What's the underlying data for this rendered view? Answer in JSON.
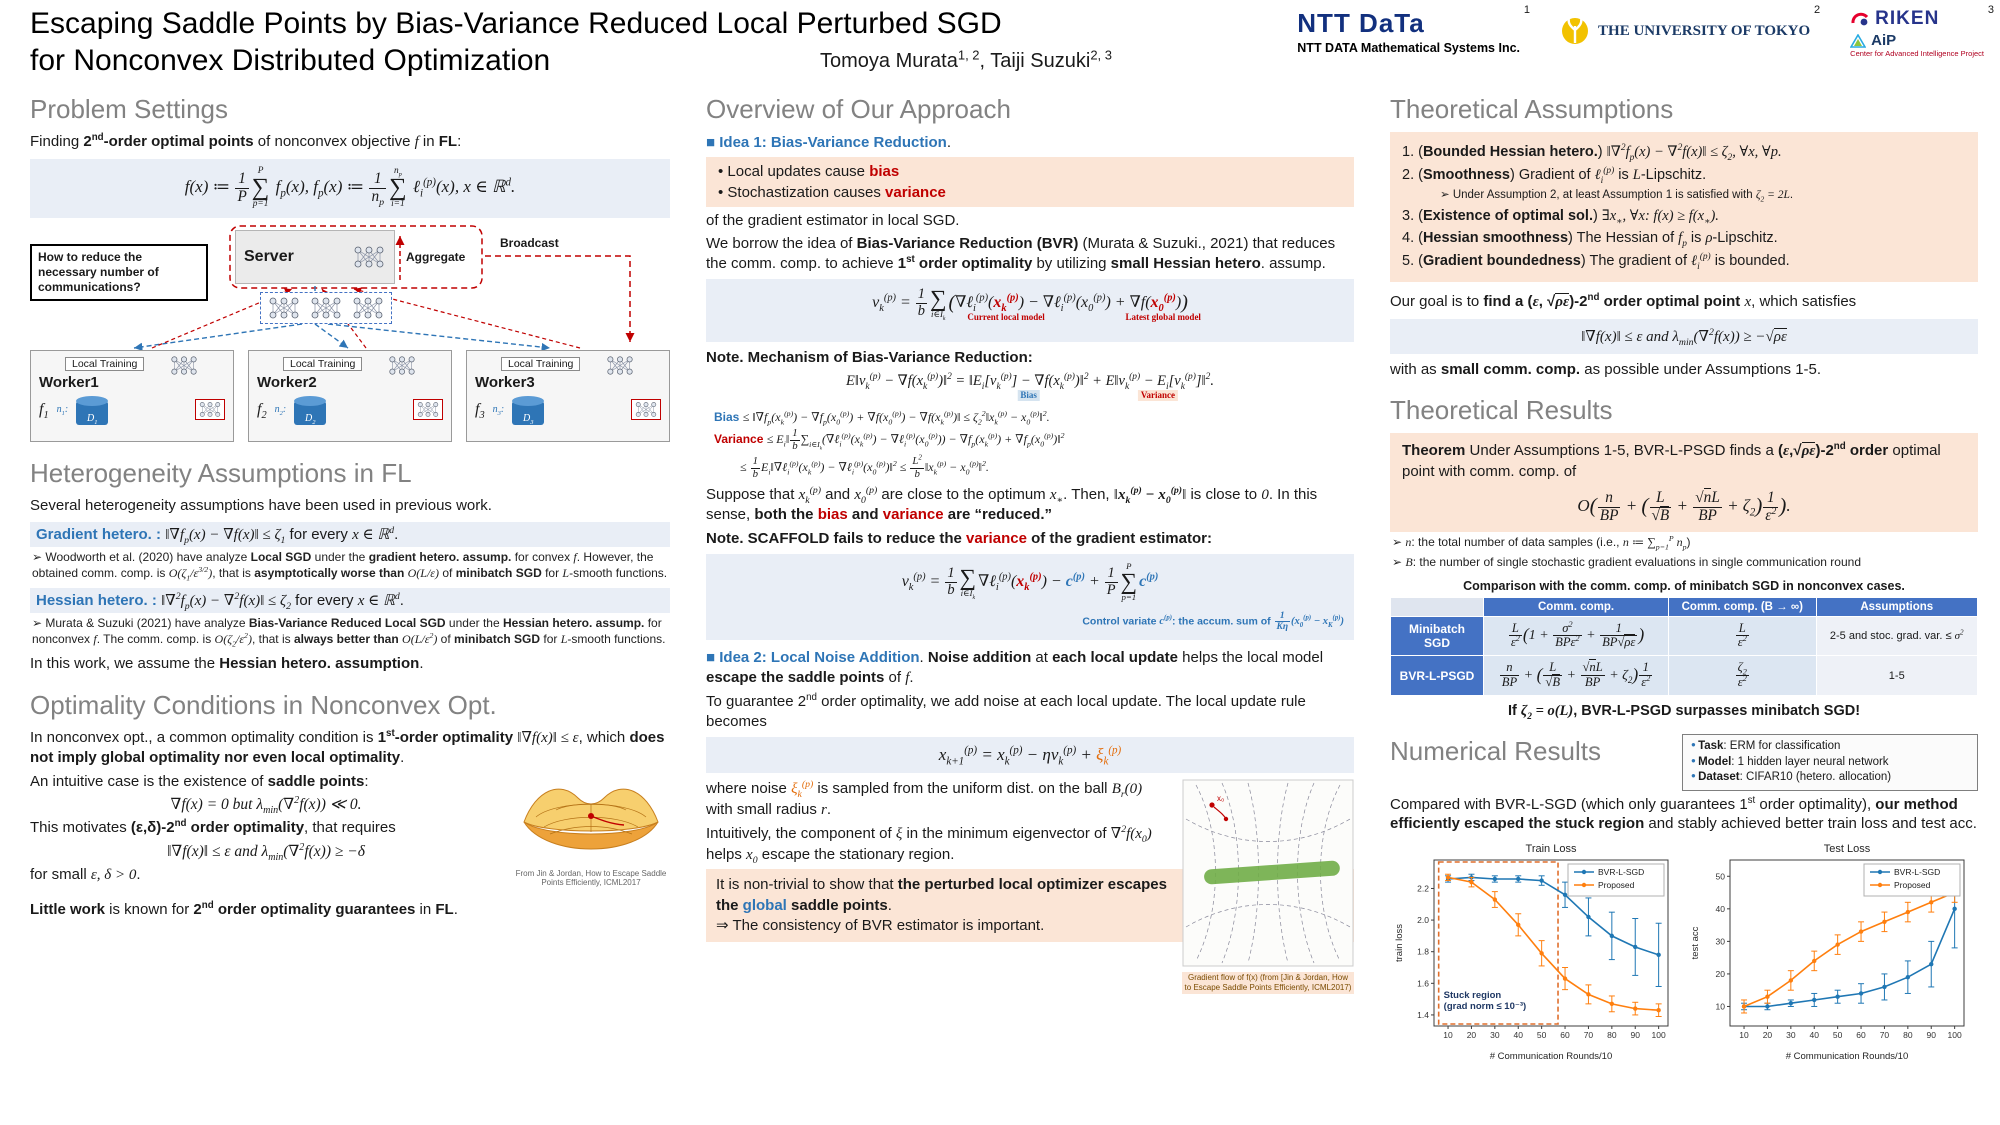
{
  "colors": {
    "accent_blue": "#2e75b6",
    "table_header": "#4472c4",
    "red": "#c00000",
    "orange": "#e36c0a",
    "peach_bg": "#fbe5d6",
    "blue_bg": "#e9eef6",
    "series_blue": "#1f77b4",
    "series_orange": "#ff7f0e"
  },
  "header": {
    "title_line1": "Escaping Saddle Points by Bias-Variance Reduced Local Perturbed SGD",
    "title_line2": "for Nonconvex Distributed Optimization",
    "authors_html": "Tomoya Murata<sup>1, 2</sup>, Taiji Suzuki<sup>2, 3</sup>",
    "affil_sups": {
      "ntt": "1",
      "utokyo": "2",
      "riken": "3"
    },
    "logos": {
      "ntt_name": "NTT DaTa",
      "ntt_caption": "NTT DATA Mathematical Systems Inc.",
      "utokyo_name": "THE UNIVERSITY OF TOKYO",
      "riken_name": "RIKEN",
      "riken_aip": "AiP",
      "riken_caption": "Center for Advanced Intelligence Project"
    }
  },
  "left": {
    "problem": {
      "heading": "Problem Settings",
      "intro_html": "Finding <b>2<sup>nd</sup>-order optimal points</b> of nonconvex objective <span class='m'>f</span> in <b>FL</b>:",
      "formula_html": "<span class='m'>f(x) ≔ <span class='frac'><span class='n'>1</span><span class='d'>P</span></span><span class='bigop'><span class='lim'>P</span><span class='op'>∑</span><span class='lim'>p=1</span></span> f<sub>p</sub>(x),  f<sub>p</sub>(x) ≔ <span class='frac'><span class='n'>1</span><span class='d'>n<sub>p</sub></span></span><span class='bigop'><span class='lim'>n<sub>p</sub></span><span class='op'>∑</span><span class='lim'>i=1</span></span> ℓ<sub>i</sub><sup>(p)</sup>(x), x ∈ ℝ<sup>d</sup>.</span>",
      "diagram": {
        "callout": "How to reduce the necessary number of communications?",
        "server": "Server",
        "aggregate": "Aggregate",
        "broadcast": "Broadcast",
        "workers": [
          {
            "top": "Local Training",
            "name": "Worker1",
            "fn_html": "f<sub>1</sub>",
            "n_html": "n<sub>1</sub>:",
            "db_html": "D<sub>1</sub>"
          },
          {
            "top": "Local Training",
            "name": "Worker2",
            "fn_html": "f<sub>2</sub>",
            "n_html": "n<sub>2</sub>:",
            "db_html": "D<sub>2</sub>"
          },
          {
            "top": "Local Training",
            "name": "Worker3",
            "fn_html": "f<sub>3</sub>",
            "n_html": "n<sub>3</sub>:",
            "db_html": "D<sub>3</sub>"
          }
        ]
      }
    },
    "hetero": {
      "heading": "Heterogeneity Assumptions in FL",
      "intro": "Several heterogeneity assumptions have been used in previous work.",
      "grad_html": "<span class='bh'>Gradient hetero. :</span> <span class='m'>‖∇f<sub>p</sub>(x) − ∇f(x)‖ ≤ ζ<sub>1</sub></span> for every <span class='m'>x ∈ ℝ<sup>d</sup></span>.",
      "grad_note_html": "➢ Woodworth et al. (2020) have analyze <b>Local SGD</b> under the <b>gradient hetero. assump.</b> for convex <span class='m'>f</span>. However, the obtained comm. comp. is <span class='m'>O(ζ<sub>1</sub>/ε<sup>3/2</sup>)</span>, that is <b>asymptotically worse than</b> <span class='m'>O(L/ε)</span> of <b>minibatch SGD</b> for <span class='m'>L</span>-smooth functions.",
      "hess_html": "<span class='bh'>Hessian hetero. :</span> <span class='m'>‖∇<sup>2</sup>f<sub>p</sub>(x) − ∇<sup>2</sup>f(x)‖ ≤ ζ<sub>2</sub></span> for every <span class='m'>x ∈ ℝ<sup>d</sup></span>.",
      "hess_note_html": "➢ Murata &amp; Suzuki (2021) have analyze <b>Bias-Variance Reduced Local SGD</b> under the <b>Hessian hetero. assump.</b> for nonconvex <span class='m'>f</span>. The comm. comp. is <span class='m'>O(ζ<sub>2</sub>/ε<sup>2</sup>)</span>, that is <b>always better than</b> <span class='m'>O(L/ε<sup>2</sup>)</span> of <b>minibatch SGD</b> for <span class='m'>L</span>-smooth functions.",
      "conclusion_html": "In this work, we assume the <b>Hessian hetero. assumption</b>."
    },
    "opt": {
      "heading": "Optimality Conditions in Nonconvex Opt.",
      "p1_html": "In nonconvex opt., a common optimality condition is <b>1<sup>st</sup>-order optimality</b> <span class='m'>‖∇f(x)‖ ≤ ε</span>, which <b>does not imply global optimality nor even local optimality</b>.",
      "p2_html": "An intuitive case is the existence of <b>saddle points</b>:",
      "eq1_html": "<span class='m'>∇f(x) = 0 but λ<sub>min</sub>(∇<sup>2</sup>f(x)) ≪ 0.</span>",
      "img_caption": "From Jin & Jordan, How to Escape Saddle Points Efficiently, ICML2017",
      "p3_html": "This motivates <b>(ε,δ)-2<sup>nd</sup> order optimality</b>, that requires",
      "eq2_html": "<span class='m'>‖∇f(x)‖ ≤ ε and λ<sub>min</sub>(∇<sup>2</sup>f(x)) ≥ −δ</span>",
      "p4_html": "for small <span class='m'>ε, δ &gt; 0</span>.",
      "p5_html": "<b>Little work</b> is known for <b>2<sup>nd</sup> order optimality guarantees</b> in <b>FL</b>."
    }
  },
  "middle": {
    "heading": "Overview of Our Approach",
    "idea1": {
      "title_html": "<span class='sq-b'>■</span> <span class='bh'>Idea 1: Bias-Variance Reduction</span>.",
      "box_l1_html": "• Local updates cause <span class='red b'>bias</span>",
      "box_l2_html": "• Stochastization causes <span class='red b'>variance</span>",
      "after_box": "of the gradient estimator in local SGD.",
      "para_html": "We borrow the idea of <b>Bias-Variance Reduction (BVR)</b> (Murata &amp; Suzuki., 2021) that reduces the comm. comp. to achieve <b>1<sup>st</sup> order optimality</b> by utilizing <b>small Hessian hetero</b>. assump.",
      "bvr_eq_html": "<span class='m'>v<sub>k</sub><sup>(p)</sup> = <span class='frac'><span class='n'>1</span><span class='d'>b</span></span><span class='bigop'><span class='op'>∑</span><span class='lim'>i∈I<sub>k</sub></span></span><span class='big'>(</span>∇ℓ<sub>i</sub><sup>(p)</sup>(<span class='stack'><span class='red b'>x<sub>k</sub><sup>(p)</sup></span><span class='tag red'>Current local model</span></span>) − ∇ℓ<sub>i</sub><sup>(p)</sup>(x<sub>0</sub><sup>(p)</sup>) + ∇f(<span class='stack'><span class='red b'>x<sub>0</sub><sup>(p)</sup></span><span class='tag red'>Latest global model</span></span>)<span class='big'>)</span></span>",
      "note1_html": "<b>Note. Mechanism of Bias-Variance Reduction:</b>",
      "mech_eq_html": "<span class='m'>E‖v<sub>k</sub><sup>(p)</sup> − ∇f(x<sub>k</sub><sup>(p)</sup>)‖<sup>2</sup> = <span class='stack'><span>‖E<sub>i</sub>[v<sub>k</sub><sup>(p)</sup>] − ∇f(x<sub>k</sub><sup>(p)</sup>)‖<sup>2</sup></span><span class='tag bias'>Bias</span></span> + <span class='stack'><span>E‖v<sub>k</sub><sup>(p)</sup> − E<sub>i</sub>[v<sub>k</sub><sup>(p)</sup>]‖<sup>2</sup></span><span class='tag vari'>Variance</span></span>.</span>",
      "bias_eq_html": "<span class='bh'>Bias</span> <span class='m'>≤ ‖∇f<sub>p</sub>(x<sub>k</sub><sup>(p)</sup>) − ∇f<sub>p</sub>(x<sub>0</sub><sup>(p)</sup>) + ∇f(x<sub>0</sub><sup>(p)</sup>) − ∇f(x<sub>k</sub><sup>(p)</sup>)‖ ≤ ζ<sub>2</sub><sup>2</sup>‖x<sub>k</sub><sup>(p)</sup> − x<sub>0</sub><sup>(p)</sup>‖<sup>2</sup>.</span>",
      "var_eq1_html": "<span class='red b'>Variance</span> <span class='m'>≤ E<sub>i</sub>‖<span class='frac'><span class='n'>1</span><span class='d'>b</span></span>∑<sub>i∈I<sub>k</sub></sub>(∇ℓ<sub>i</sub><sup>(p)</sup>(x<sub>k</sub><sup>(p)</sup>) − ∇ℓ<sub>i</sub><sup>(p)</sup>(x<sub>0</sub><sup>(p)</sup>)) − ∇f<sub>p</sub>(x<sub>k</sub><sup>(p)</sup>) + ∇f<sub>p</sub>(x<sub>0</sub><sup>(p)</sup>)‖<sup>2</sup></span>",
      "var_eq2_html": "<span class='m'>≤ <span class='frac'><span class='n'>1</span><span class='d'>b</span></span>E<sub>i</sub>‖∇ℓ<sub>i</sub><sup>(p)</sup>(x<sub>k</sub><sup>(p)</sup>) − ∇ℓ<sub>i</sub><sup>(p)</sup>(x<sub>0</sub><sup>(p)</sup>)‖<sup>2</sup> ≤ <span class='frac'><span class='n'>L<sup>2</sup></span><span class='d'>b</span></span>‖x<sub>k</sub><sup>(p)</sup> − x<sub>0</sub><sup>(p)</sup>‖<sup>2</sup>.</span>",
      "suppose_html": "Suppose that <span class='m'>x<sub>k</sub><sup>(p)</sup></span> and <span class='m'>x<sub>0</sub><sup>(p)</sup></span> are close to the optimum <span class='m'>x<sub>∗</sub></span>. Then, <span class='m'>‖<b>x<sub>k</sub><sup>(p)</sup> − x<sub>0</sub><sup>(p)</sup></b>‖</span> is close to <span class='m'>0</span>. In this sense, <b>both the <span class='red'>bias</span> and <span class='red'>variance</span> are “reduced.”</b>",
      "note2_html": "<b>Note. SCAFFOLD fails to reduce the <span class='red'>variance</span> of the gradient estimator:</b>",
      "scaffold_eq_html": "<span class='m'>v<sub>k</sub><sup>(p)</sup> = <span class='frac'><span class='n'>1</span><span class='d'>b</span></span><span class='bigop'><span class='op'>∑</span><span class='lim'>i∈I<sub>k</sub></span></span>∇ℓ<sub>i</sub><sup>(p)</sup>(<span class='red b'>x<sub>k</sub><sup>(p)</sup></span>) − <span class='blu b'>c<sup>(p)</sup></span> + <span class='frac'><span class='n'>1</span><span class='d'>P</span></span><span class='bigop'><span class='lim'>P</span><span class='op'>∑</span><span class='lim'>p=1</span></span><span class='blu b'>c<sup>(p)</sup></span></span>",
      "scaffold_label_html": "Control variate <span class='m'>c<sup>(p)</sup></span>: the accum. sum of <span class='m'><span class='frac'><span class='n'>1</span><span class='d'>Kη</span></span>(x<sub>0</sub><sup>(p)</sup> − x<sub>K</sub><sup>(p)</sup>)</span>"
    },
    "idea2": {
      "title_html": "<span class='sq-b'>■</span> <span class='bh'>Idea 2: Local Noise Addition</span>. <b>Noise addition</b> at <b>each local update</b> helps the local model <b>escape the saddle points</b> of <span class='m'>f</span>.",
      "para1_html": "To guarantee 2<sup>nd</sup> order optimality, we add noise at each local update. The local update rule becomes",
      "update_eq_html": "<span class='m'>x<sub>k+1</sub><sup>(p)</sup> = x<sub>k</sub><sup>(p)</sup> − ηv<sub>k</sub><sup>(p)</sup> + <span class='org'>ξ<sub>k</sub><sup>(p)</sup></span></span>",
      "para2_html": "where noise <span class='m org'>ξ<sub>k</sub><sup>(p)</sup></span> is sampled from the uniform dist. on the ball <span class='m'>B<sub>r</sub>(0)</span> with small radius <span class='m'>r</span>.",
      "para3_html": "Intuitively, the component of <span class='m'>ξ</span> in the minimum eigenvector of <span class='m'>∇<sup>2</sup>f(x<sub>0</sub>)</span> helps <span class='m'>x<sub>0</sub></span> escape the stationary region.",
      "box1_html": "It is non-trivial to show that <b>the perturbed local optimizer escapes the <span class='blu'>global</span> saddle points</b>.",
      "box2_html": "⇒ The consistency of BVR estimator is important.",
      "img_label": "x₀",
      "img_caption": "Gradient flow of f(x) (from [Jin & Jordan, How to Escape Saddle Points Efficiently, ICML2017)"
    }
  },
  "right": {
    "assump": {
      "heading": "Theoretical Assumptions",
      "items_html": [
        "1.  (<b>Bounded Hessian hetero.</b>) <span class='m'>‖∇<sup>2</sup>f<sub>p</sub>(x) − ∇<sup>2</sup>f(x)‖ ≤ ζ<sub>2</sub>, ∀x, ∀p.</span>",
        "2.  (<b>Smoothness</b>) Gradient of <span class='m'>ℓ<sub>i</sub><sup>(p)</sup></span> is <span class='m'>L</span>-Lipschitz.",
        "3.  (<b>Existence of optimal sol.</b>) <span class='m'>∃x<sub>∗</sub>, ∀x: f(x) ≥ f(x<sub>∗</sub>).</span>",
        "4.  (<b>Hessian smoothness</b>) The Hessian of <span class='m'>f<sub>p</sub></span> is <span class='m'>ρ</span>-Lipschitz.",
        "5.  (<b>Gradient boundedness</b>) The gradient of <span class='m'>ℓ<sub>i</sub><sup>(p)</sup></span> is bounded."
      ],
      "note2_html": "➢ Under Assumption 2, at least Assumption 1 is satisfied with <span class='m'>ζ<sub>2</sub> = 2L</span>.",
      "goal_html": "Our goal is to <b>find a (<span class='m'>ε</span>, √<span class='ol m'>ρε</span>)-2<sup>nd</sup> order optimal point</b> <span class='m'>x</span>, which satisfies",
      "goal_eq_html": "<span class='m'>‖∇f(x)‖ ≤ ε and λ<sub>min</sub>(∇<sup>2</sup>f(x)) ≥ −√<span class='ol'>ρε</span></span>",
      "goal_tail_html": "with as <b>small comm. comp.</b> as possible under Assumptions 1-5."
    },
    "results": {
      "heading": "Theoretical Results",
      "theorem_html": "<b>Theorem</b> Under Assumptions 1-5, BVR-L-PSGD finds a <b>(<span class='m'>ε</span>,√<span class='ol m'>ρε</span>)-2<sup>nd</sup> order</b> optimal point with comm. comp. of",
      "theorem_eq_html": "<span class='m'>O<span class='big'>(</span><span class='frac'><span class='n'>n</span><span class='d'>BP</span></span> + <span class='big'>(</span><span class='frac'><span class='n'>L</span><span class='d'>√<span class='ol'>B</span></span></span> + <span class='frac'><span class='n'>√<span class='ol'>n</span>L</span><span class='d'>BP</span></span> + ζ<sub>2</sub><span class='big'>)</span><span class='frac'><span class='n'>1</span><span class='d'>ε<sup>2</sup></span></span><span class='big'>)</span>.</span>",
      "note_n_html": "➢ <span class='m'>n</span>: the total number of data samples (i.e., <span class='m'>n ≔ ∑<sub>p=1</sub><sup>P</sup> n<sub>p</sub></span>)",
      "note_b_html": "➢ <span class='m'>B</span>: the number of single stochastic gradient evaluations in single communication round",
      "table": {
        "caption": "Comparison with the comm. comp. of minibatch SGD in nonconvex cases.",
        "headers": [
          "",
          "Comm. comp.",
          "Comm. comp. (B → ∞)",
          "Assumptions"
        ],
        "rows": [
          {
            "label": "Minibatch SGD",
            "comm_html": "<span class='m'><span class='frac'><span class='n'>L</span><span class='d'>ε<sup>2</sup></span></span><span class='big'>(</span>1 + <span class='frac'><span class='n'>σ<sup>2</sup></span><span class='d'>BPε<sup>2</sup></span></span> + <span class='frac'><span class='n'>1</span><span class='d'>BP√<span class='ol'>ρε</span></span></span><span class='big'>)</span></span>",
            "binf_html": "<span class='m'><span class='frac'><span class='n'>L</span><span class='d'>ε<sup>2</sup></span></span></span>",
            "assump_html": "2-5 and stoc. grad. var. ≤ <span class='m'>σ<sup>2</sup></span>"
          },
          {
            "label": "BVR-L-PSGD",
            "comm_html": "<span class='m'><span class='frac'><span class='n'>n</span><span class='d'>BP</span></span> + <span class='big'>(</span><span class='frac'><span class='n'>L</span><span class='d'>√<span class='ol'>B</span></span></span> + <span class='frac'><span class='n'>√<span class='ol'>n</span>L</span><span class='d'>BP</span></span> + ζ<sub>2</sub><span class='big'>)</span><span class='frac'><span class='n'>1</span><span class='d'>ε<sup>2</sup></span></span></span>",
            "binf_html": "<span class='m'><span class='frac'><span class='n'>ζ<sub>2</sub></span><span class='d'>ε<sup>2</sup></span></span></span>",
            "assump_html": "1-5"
          }
        ]
      },
      "conclusion_html": "If <b><span class='m'>ζ<sub>2</sub> = o(L)</span></b>, BVR-L-PSGD surpasses minibatch SGD!"
    },
    "numerical": {
      "heading": "Numerical Results",
      "setup": [
        "<b>Task</b>: ERM for classification",
        "<b>Model</b>: 1 hidden layer neural network",
        "<b>Dataset</b>: CIFAR10 (hetero. allocation)"
      ],
      "para_html": "Compared with BVR-L-SGD (which only guarantees 1<sup>st</sup> order optimality), <b>our method efficiently escaped the stuck region</b> and stably achieved better train loss and test acc."
    }
  },
  "chart_data": [
    {
      "type": "line",
      "title": "Train Loss",
      "xlabel": "# Communication Rounds/10",
      "ylabel": "train loss",
      "x": [
        10,
        20,
        30,
        40,
        50,
        60,
        70,
        80,
        90,
        100
      ],
      "series": [
        {
          "name": "BVR-L-SGD",
          "color": "#1f77b4",
          "values": [
            2.26,
            2.27,
            2.26,
            2.26,
            2.25,
            2.16,
            2.02,
            1.9,
            1.83,
            1.78
          ],
          "err": [
            0.02,
            0.02,
            0.02,
            0.02,
            0.03,
            0.08,
            0.12,
            0.15,
            0.18,
            0.2
          ]
        },
        {
          "name": "Proposed",
          "color": "#ff7f0e",
          "values": [
            2.27,
            2.24,
            2.13,
            1.97,
            1.79,
            1.63,
            1.53,
            1.47,
            1.44,
            1.43
          ],
          "err": [
            0.02,
            0.03,
            0.05,
            0.07,
            0.08,
            0.07,
            0.06,
            0.05,
            0.04,
            0.04
          ]
        }
      ],
      "ylim": [
        1.33,
        2.38
      ],
      "yticks": [
        [
          1.4,
          "1.4"
        ],
        [
          1.6,
          "1.6"
        ],
        [
          1.8,
          "1.8"
        ],
        [
          2.0,
          "2.0"
        ],
        [
          2.2,
          "2.2"
        ]
      ],
      "grid": false,
      "legend_position": "upper right",
      "annotation": {
        "x0": 6,
        "x1": 57,
        "lines": [
          "Stuck region",
          "(grad norm ≤ 10⁻³)"
        ]
      }
    },
    {
      "type": "line",
      "title": "Test Loss",
      "xlabel": "# Communication Rounds/10",
      "ylabel": "test acc",
      "x": [
        10,
        20,
        30,
        40,
        50,
        60,
        70,
        80,
        90,
        100
      ],
      "series": [
        {
          "name": "BVR-L-SGD",
          "color": "#1f77b4",
          "values": [
            10,
            10,
            11,
            12,
            13,
            14,
            16,
            19,
            23,
            40
          ],
          "err": [
            1,
            1,
            1,
            2,
            2,
            3,
            4,
            5,
            7,
            12
          ]
        },
        {
          "name": "Proposed",
          "color": "#ff7f0e",
          "values": [
            10,
            13,
            18,
            24,
            29,
            33,
            36,
            39,
            42,
            45
          ],
          "err": [
            2,
            2,
            3,
            3,
            3,
            3,
            3,
            3,
            3,
            3
          ]
        }
      ],
      "ylim": [
        4,
        55
      ],
      "yticks": [
        [
          10,
          "10"
        ],
        [
          20,
          "20"
        ],
        [
          30,
          "30"
        ],
        [
          40,
          "40"
        ],
        [
          50,
          "50"
        ]
      ],
      "grid": false,
      "legend_position": "upper right"
    }
  ]
}
